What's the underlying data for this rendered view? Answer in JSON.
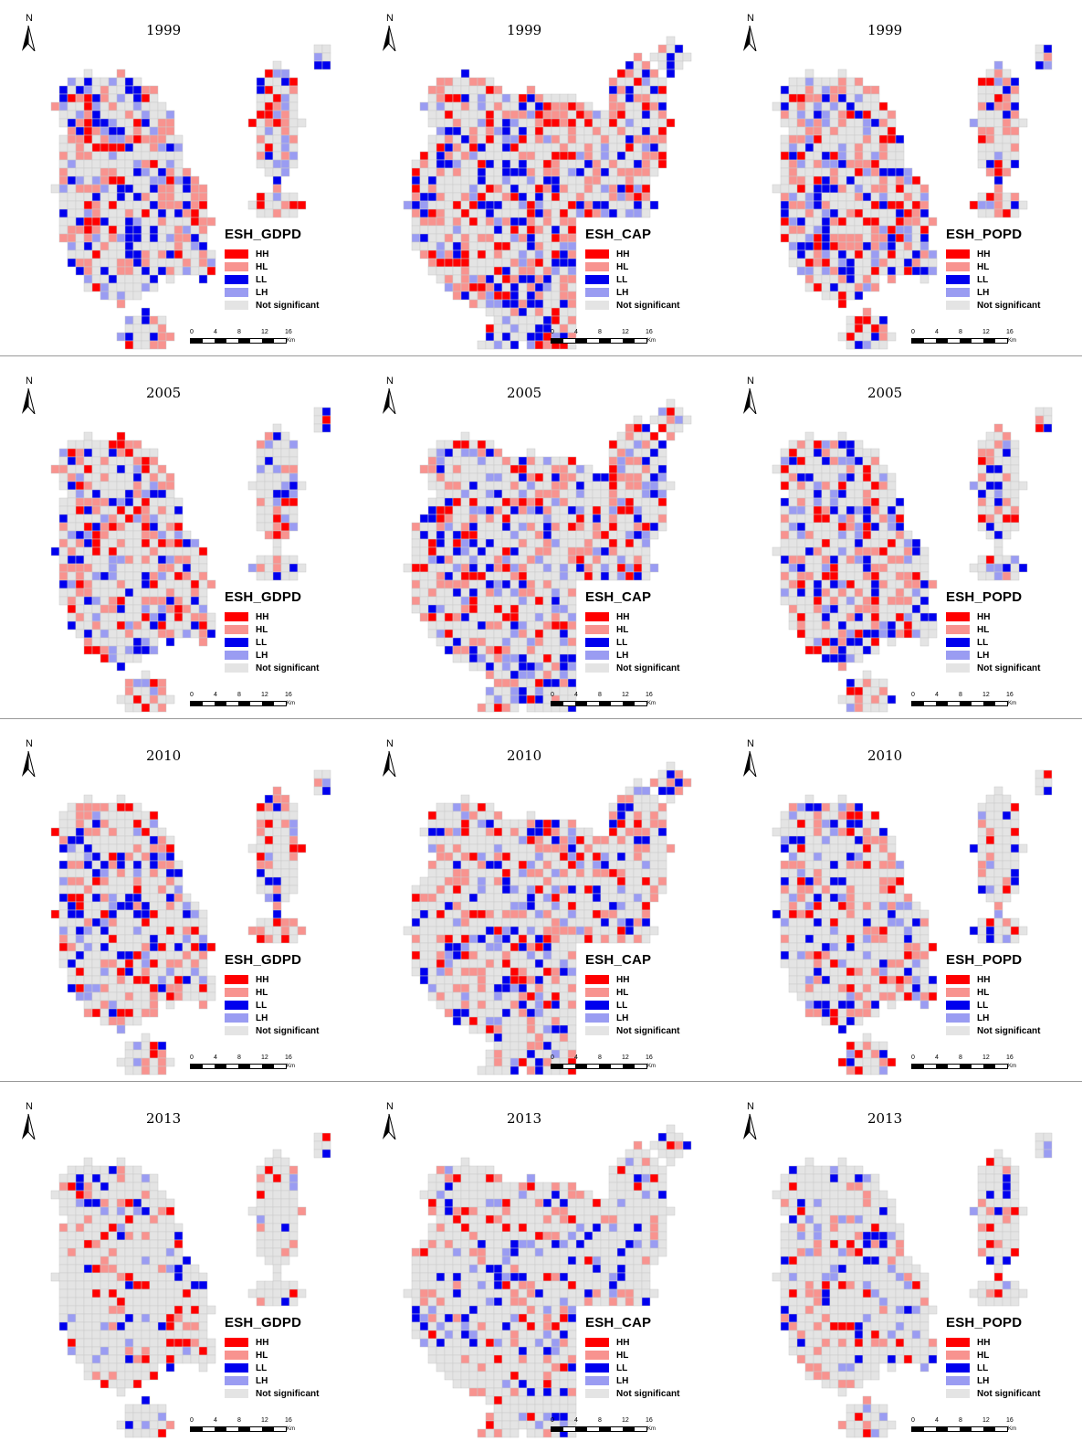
{
  "years": [
    "1999",
    "2005",
    "2010",
    "2013"
  ],
  "variables": [
    "ESH_GDPD",
    "ESH_CAP",
    "ESH_POPD"
  ],
  "north_label": "N",
  "legend_items": [
    {
      "code": "HH",
      "label": "HH",
      "color": "#ff0000"
    },
    {
      "code": "HL",
      "label": "HL",
      "color": "#f8938f"
    },
    {
      "code": "LL",
      "label": "LL",
      "color": "#0000ee"
    },
    {
      "code": "LH",
      "label": "LH",
      "color": "#9a9cf2"
    },
    {
      "code": "NS",
      "label": "Not significant",
      "color": "#e4e4e4"
    }
  ],
  "scale_bar": {
    "ticks": [
      "0",
      "4",
      "8",
      "12",
      "16"
    ],
    "unit": "Km"
  },
  "colors": {
    "grid_line": "#c9c9c9",
    "outline": "#bfbfbf"
  }
}
